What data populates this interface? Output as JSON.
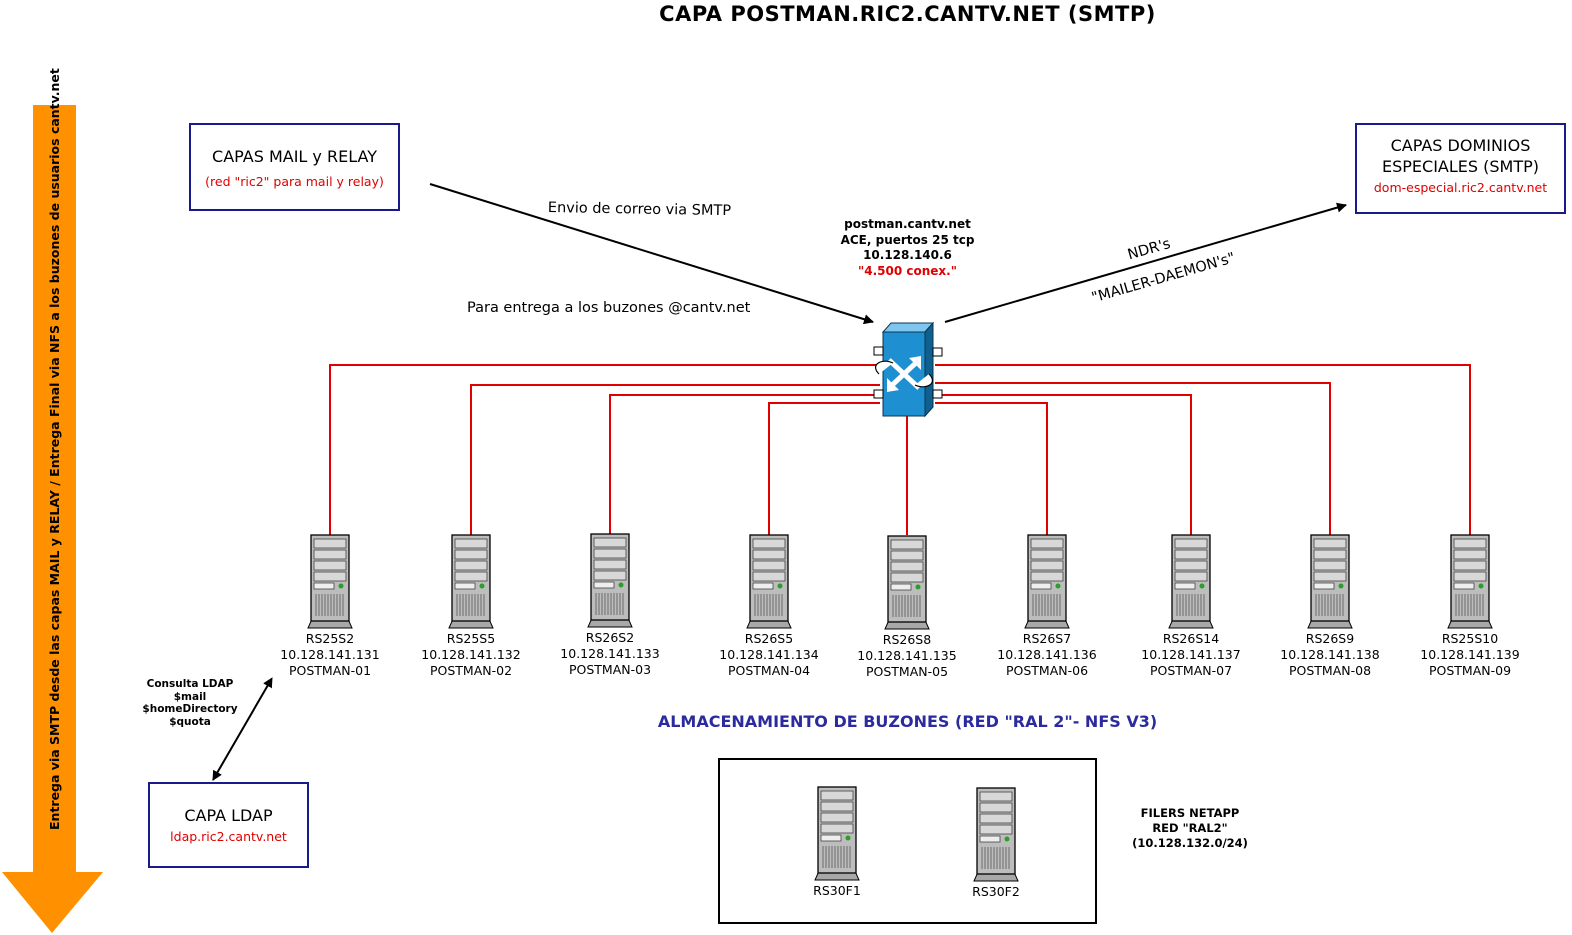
{
  "title": "CAPA POSTMAN.RIC2.CANTV.NET (SMTP)",
  "side_arrow_label": "Entrega via SMTP desde las capas MAIL y RELAY / Entrega Final via NFS a los buzones de usuarios cantv.net",
  "mail_relay_box": {
    "title": "CAPAS MAIL y RELAY",
    "subtitle": "(red \"ric2\" para mail y relay)"
  },
  "dominios_box": {
    "title_line1": "CAPAS DOMINIOS",
    "title_line2": "ESPECIALES (SMTP)",
    "subtitle": "dom-especial.ric2.cantv.net"
  },
  "ldap_box": {
    "title": "CAPA LDAP",
    "subtitle": "ldap.ric2.cantv.net"
  },
  "edge_labels": {
    "envio": "Envio de correo via SMTP",
    "entrega": "Para entrega a los buzones @cantv.net",
    "ndr": "NDR's",
    "mailer_daemon": "\"MAILER-DAEMON's\""
  },
  "balancer": {
    "line1": "postman.cantv.net",
    "line2": "ACE, puertos 25 tcp",
    "line3": "10.128.140.6",
    "line4": "\"4.500 conex.\""
  },
  "ldap_query": {
    "line1": "Consulta LDAP",
    "line2": "$mail",
    "line3": "$homeDirectory",
    "line4": "$quota"
  },
  "servers": [
    {
      "name": "RS25S2",
      "ip": "10.128.141.131",
      "role": "POSTMAN-01"
    },
    {
      "name": "RS25S5",
      "ip": "10.128.141.132",
      "role": "POSTMAN-02"
    },
    {
      "name": "RS26S2",
      "ip": "10.128.141.133",
      "role": "POSTMAN-03"
    },
    {
      "name": "RS26S5",
      "ip": "10.128.141.134",
      "role": "POSTMAN-04"
    },
    {
      "name": "RS26S8",
      "ip": "10.128.141.135",
      "role": "POSTMAN-05"
    },
    {
      "name": "RS26S7",
      "ip": "10.128.141.136",
      "role": "POSTMAN-06"
    },
    {
      "name": "RS26S14",
      "ip": "10.128.141.137",
      "role": "POSTMAN-07"
    },
    {
      "name": "RS26S9",
      "ip": "10.128.141.138",
      "role": "POSTMAN-08"
    },
    {
      "name": "RS25S10",
      "ip": "10.128.141.139",
      "role": "POSTMAN-09"
    }
  ],
  "storage": {
    "heading": "ALMACENAMIENTO DE BUZONES (RED \"RAL 2\"- NFS V3)",
    "filers": [
      {
        "name": "RS30F1"
      },
      {
        "name": "RS30F2"
      }
    ],
    "note_line1": "FILERS NETAPP",
    "note_line2": "RED \"RAL2\"",
    "note_line3": "(10.128.132.0/24)"
  },
  "colors": {
    "orange_arrow": "#ff9100",
    "box_border": "#1a1a8c",
    "red_text": "#e00000",
    "red_link": "#e00000",
    "storage_heading": "#2b2b9e",
    "balancer_blue": "#1e8fd0"
  }
}
